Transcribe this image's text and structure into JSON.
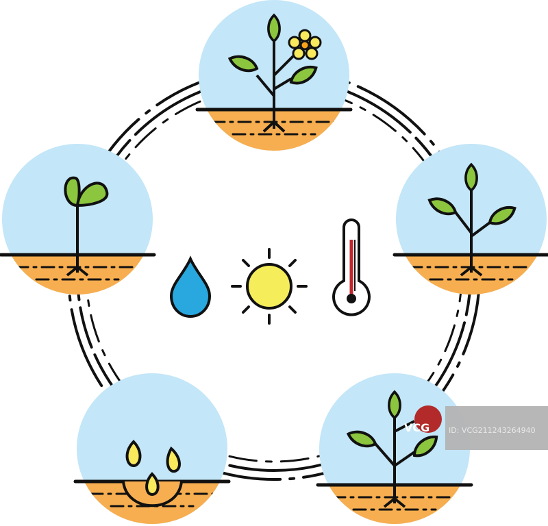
{
  "colors": {
    "sky": "#c3e6f8",
    "soil": "#f7ae50",
    "leaf": "#8cc63f",
    "outline": "#111111",
    "water": "#29a8e0",
    "sun": "#f5ee5a",
    "flower": "#f8ea5c",
    "flower_center": "#f5a31a",
    "mercury": "#c0272d",
    "watermark_bg": "#b3b3b3"
  },
  "stages": [
    {
      "name": "seeds",
      "icon": "seeds-icon"
    },
    {
      "name": "sprout",
      "icon": "sprout-icon"
    },
    {
      "name": "flowering",
      "icon": "flower-plant-icon"
    },
    {
      "name": "young-plant",
      "icon": "plant-icon"
    },
    {
      "name": "fruiting",
      "icon": "fruit-plant-icon"
    }
  ],
  "conditions": [
    {
      "name": "water",
      "icon": "water-drop-icon"
    },
    {
      "name": "sun",
      "icon": "sun-icon"
    },
    {
      "name": "temperature",
      "icon": "thermometer-icon"
    }
  ],
  "watermark": {
    "logo": "VCG",
    "id": "ID: VCG211243264940"
  }
}
